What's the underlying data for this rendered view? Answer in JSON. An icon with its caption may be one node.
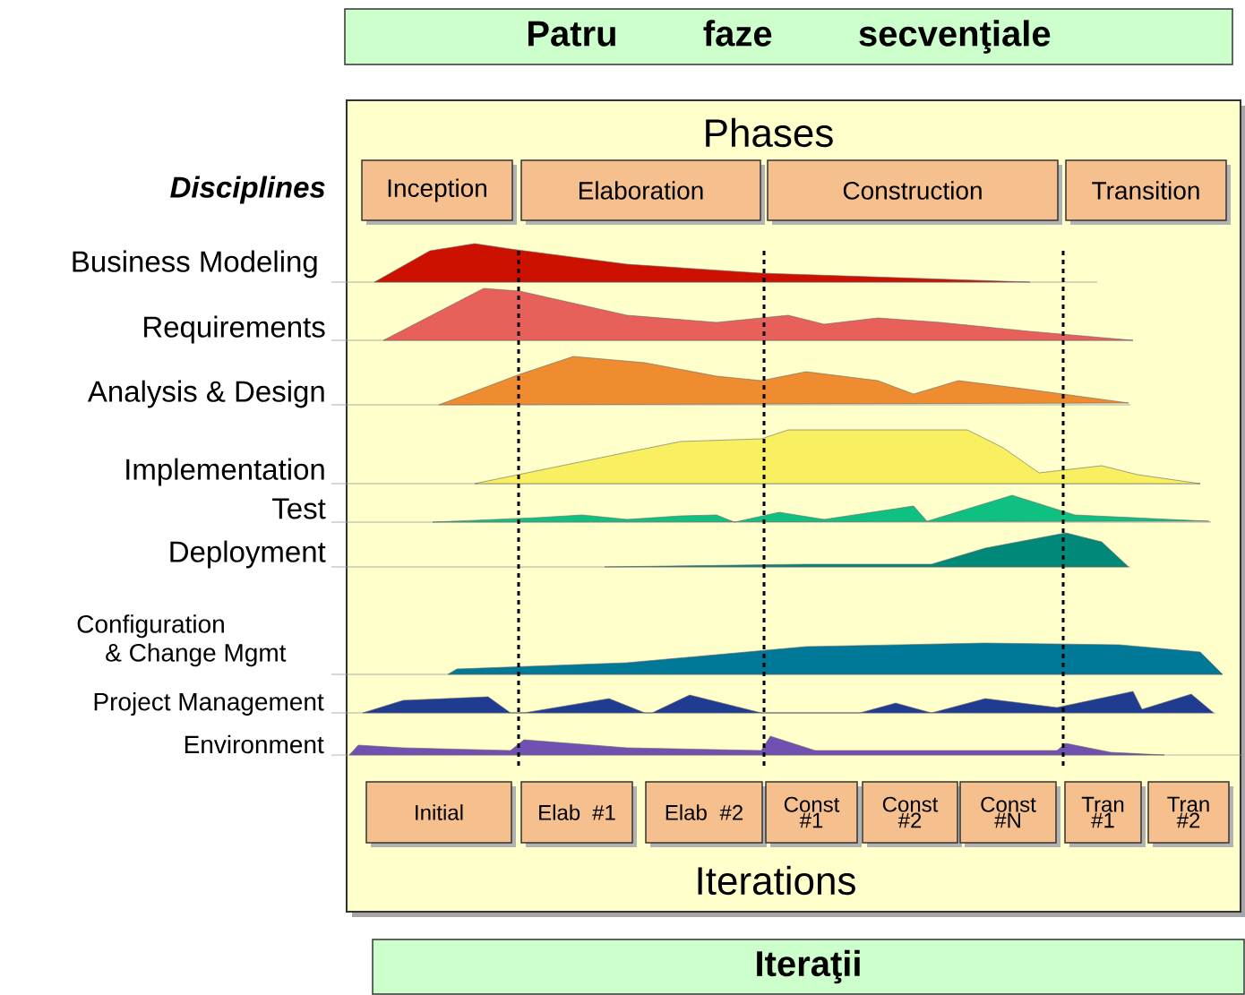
{
  "diagram": {
    "nodes": [
      {
        "text": [
          "Patru faze secvenţiale"
        ]
      },
      {
        "text": [
          "Phases",
          "Iterations"
        ]
      },
      {
        "text": [
          "Inception"
        ],
        "in": 1
      },
      {
        "text": [
          "Elaboration"
        ],
        "in": 1
      },
      {
        "text": [
          "Construction"
        ],
        "in": 1
      },
      {
        "text": [
          "Transition"
        ],
        "in": 1
      },
      {
        "text": [
          "Initial"
        ],
        "in": 1
      },
      {
        "text": [
          "Elab #1"
        ],
        "in": 1
      },
      {
        "text": [
          "Elab #2"
        ],
        "in": 1
      },
      {
        "text": [
          "Const #1"
        ],
        "in": 1
      },
      {
        "text": [
          "Const #2"
        ],
        "in": 1
      },
      {
        "text": [
          "Const #N"
        ],
        "in": 1
      },
      {
        "text": [
          "Tran #1"
        ],
        "in": 1
      },
      {
        "text": [
          "Tran #2"
        ],
        "in": 1
      },
      {
        "text": [
          "Iteraţii"
        ]
      }
    ],
    "labels": [
      "Disciplines",
      "Business Modeling",
      "Requirements",
      "Analysis & Design",
      "Implementation",
      "Test",
      "Deployment",
      "Configuration & Change Mgmt",
      "Project Management",
      "Environment"
    ]
  }
}
